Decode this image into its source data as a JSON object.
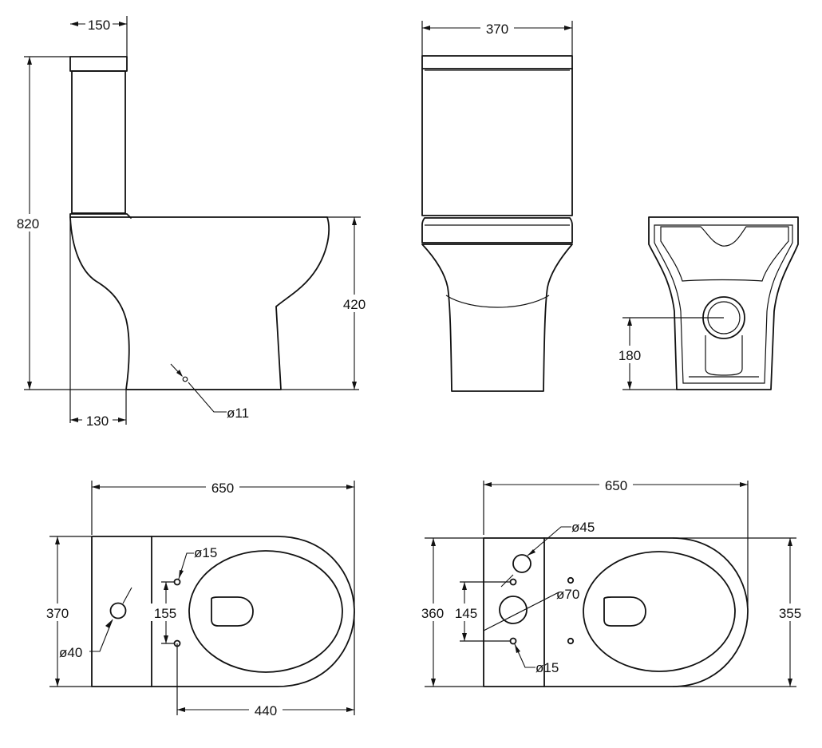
{
  "side_view": {
    "dim_tank_depth": "150",
    "dim_total_height": "820",
    "dim_pan_height": "420",
    "dim_foot_offset": "130",
    "dim_fixing_hole": "ø11"
  },
  "front_view": {
    "dim_width": "370"
  },
  "rear_view": {
    "dim_outlet_height": "180"
  },
  "top_view_left": {
    "dim_length": "650",
    "dim_width": "370",
    "dim_fixing_holes": "ø15",
    "dim_hole_spacing": "155",
    "dim_tank_hole": "ø40",
    "dim_hole_to_front": "440"
  },
  "top_view_right": {
    "dim_length": "650",
    "dim_tank_hole": "ø45",
    "dim_flush_hole": "ø70",
    "dim_width_left": "360",
    "dim_hole_spacing": "145",
    "dim_fixing_holes": "ø15",
    "dim_width_right": "355"
  }
}
